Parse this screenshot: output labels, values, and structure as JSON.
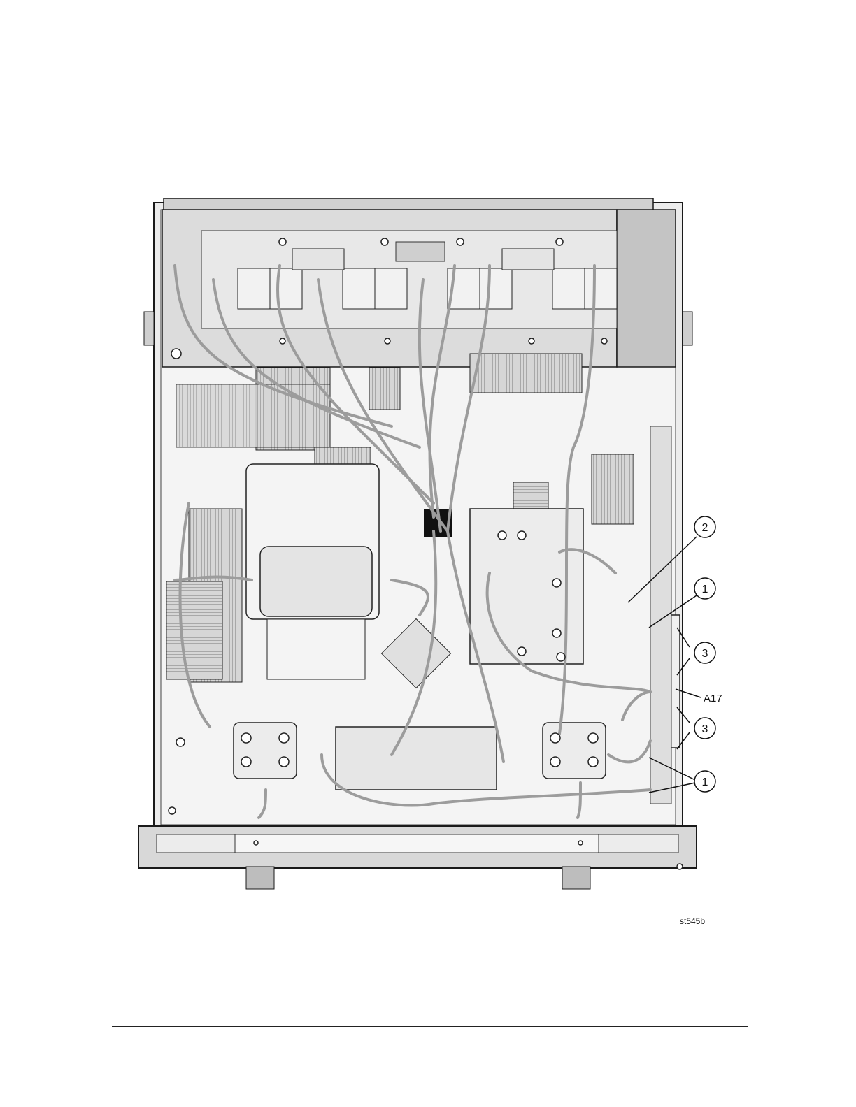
{
  "figure": {
    "figure_id": "st545b",
    "component_label": "A17",
    "callouts": [
      {
        "id": "callout-2",
        "number": "2"
      },
      {
        "id": "callout-1-upper",
        "number": "1"
      },
      {
        "id": "callout-3-upper",
        "number": "3"
      },
      {
        "id": "callout-3-lower",
        "number": "3"
      },
      {
        "id": "callout-1-lower",
        "number": "1"
      }
    ]
  },
  "colors": {
    "line": "#1a1a1a",
    "panel_light": "#e6e6e6",
    "panel_mid": "#c8c8c8",
    "panel_dark": "#9a9a9a",
    "cable": "#a8a8a8"
  }
}
